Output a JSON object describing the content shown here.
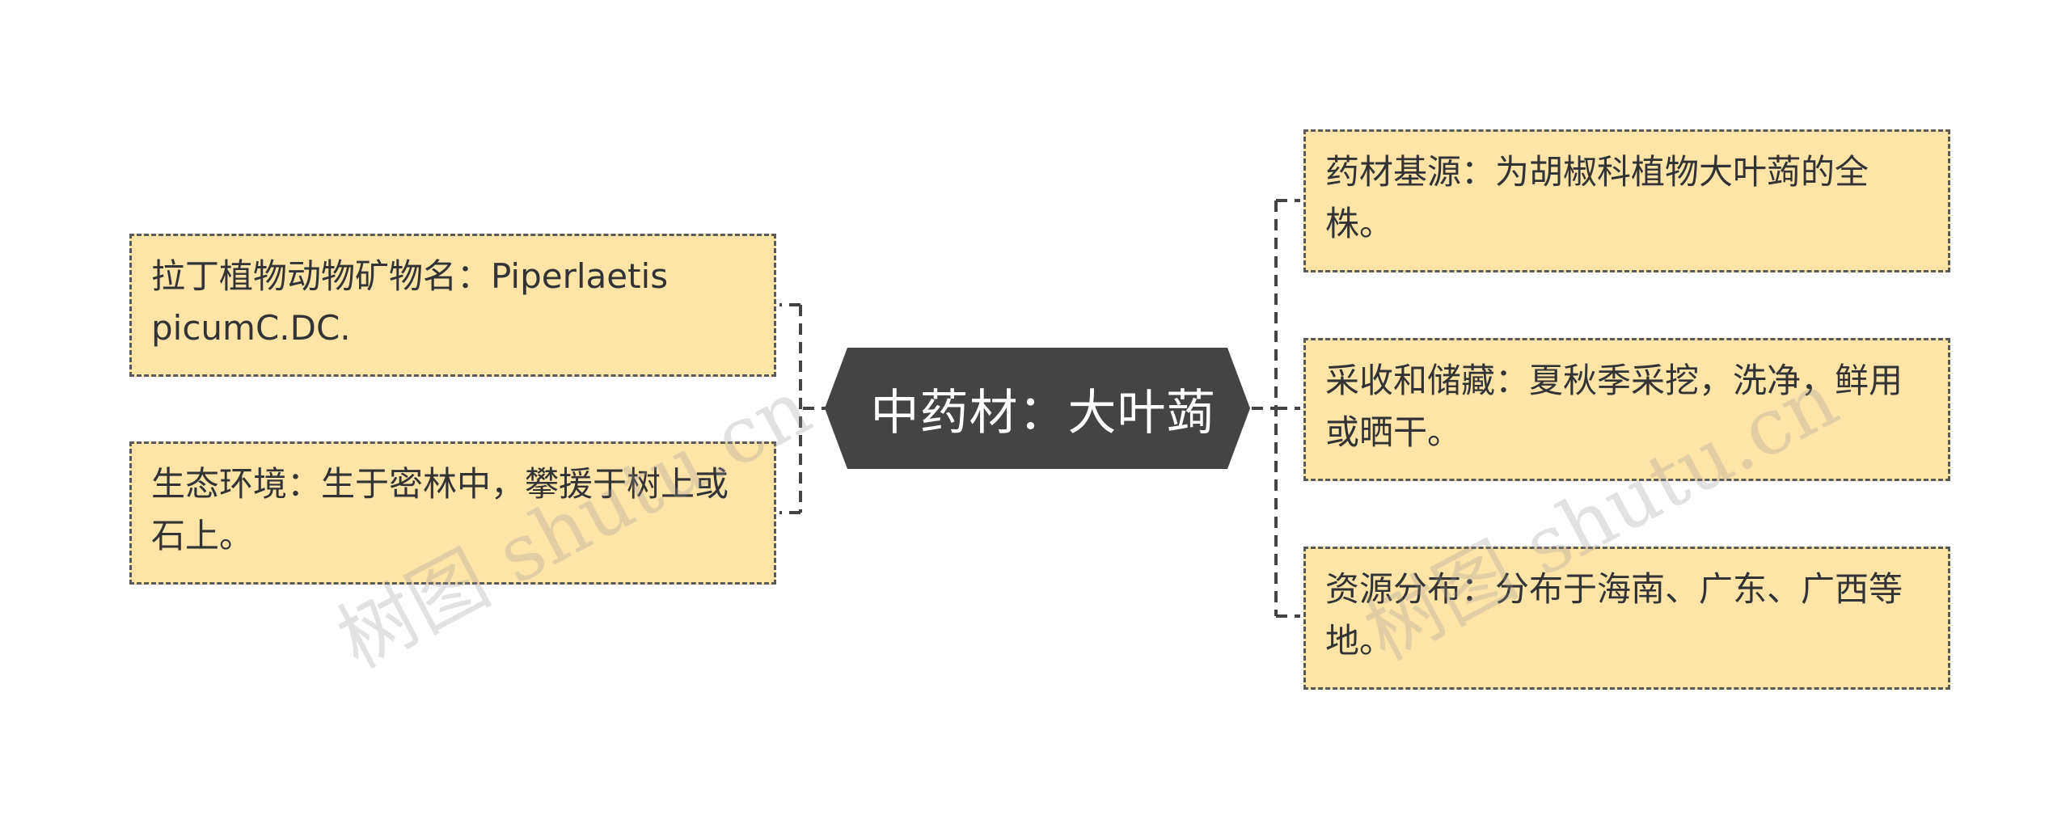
{
  "center": {
    "label": "中药材：大叶蒟"
  },
  "left_nodes": [
    {
      "text": "拉丁植物动物矿物名：Piperlaetis picumC.DC."
    },
    {
      "text": "生态环境：生于密林中，攀援于树上或石上。"
    }
  ],
  "right_nodes": [
    {
      "text": "药材基源：为胡椒科植物大叶蒟的全株。"
    },
    {
      "text": "采收和储藏：夏秋季采挖，洗净，鲜用或晒干。"
    },
    {
      "text": "资源分布：分布于海南、广东、广西等地。"
    }
  ],
  "watermark": {
    "text": "树图 shutu.cn"
  },
  "colors": {
    "node_fill": "#ffe4a8",
    "node_border": "#5a5a5a",
    "center_fill": "#444444",
    "center_text": "#ffffff",
    "connector": "#444444"
  }
}
